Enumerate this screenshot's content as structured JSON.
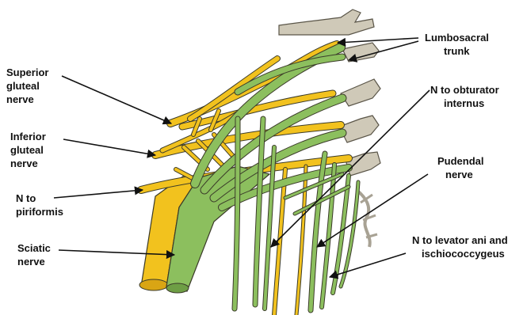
{
  "labels": {
    "superior_gluteal": [
      "Superior",
      "gluteal",
      "nerve"
    ],
    "inferior_gluteal": [
      "Inferior",
      "gluteal",
      "nerve"
    ],
    "n_piriformis": [
      "N to",
      "piriformis"
    ],
    "sciatic": [
      "Sciatic",
      "nerve"
    ],
    "lumbosacral": [
      "Lumbosacral",
      "trunk"
    ],
    "n_obturator": [
      "N to obturator",
      "internus"
    ],
    "pudendal": [
      "Pudendal",
      "nerve"
    ],
    "n_levator": [
      "N to levator ani and",
      "ischiococcygeus"
    ]
  },
  "colors": {
    "yellow_nerve": "#F2C21E",
    "yellow_shade": "#D9A514",
    "green_nerve": "#8CBF5E",
    "green_shade": "#6E9E45",
    "root_grey": "#CFC9B8",
    "outline": "#3B3B2A",
    "arrow": "#111111"
  }
}
